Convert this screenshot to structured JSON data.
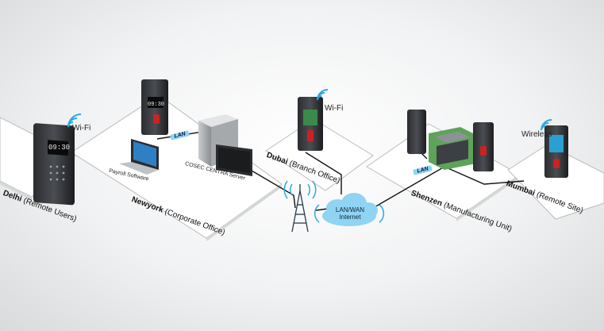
{
  "sites": {
    "delhi": {
      "city": "Delhi",
      "detail": "(Remote Users)",
      "wifi": "Wi-Fi"
    },
    "newyork": {
      "city": "Newyork",
      "detail": "(Corporate Office)",
      "payroll": "Payroll Software",
      "server": "COSEC CENTRA Server",
      "lan": "LAN"
    },
    "dubai": {
      "city": "Dubai",
      "detail": "(Branch Office)",
      "wifi": "Wi-Fi"
    },
    "shenzen": {
      "city": "Shenzen",
      "detail": "(Manufacturing Unit)",
      "lan": "LAN"
    },
    "mumbai": {
      "city": "Mumbai",
      "detail": "(Remote Site)",
      "wireless": "Wireless"
    }
  },
  "network": {
    "cloud_line1": "LAN/WAN",
    "cloud_line2": "Internet"
  },
  "devices": {
    "display_time": "09:30"
  },
  "colors": {
    "platform": "#ffffff",
    "platform_edge": "#b9bbbd",
    "cable": "#111111",
    "cloud": "#8fd4f2",
    "wifi": "#2ba8e0",
    "tower": "#2a3a4a"
  }
}
